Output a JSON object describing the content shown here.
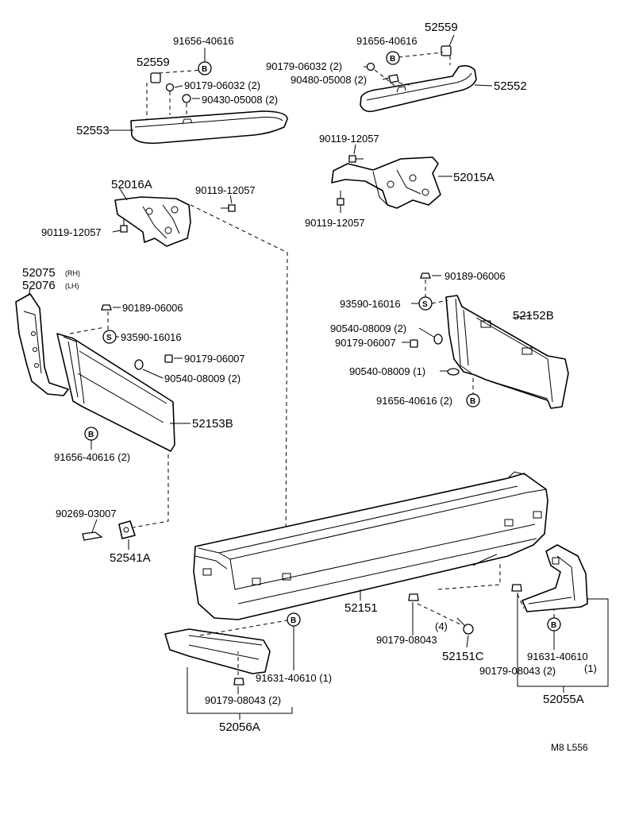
{
  "labels": {
    "p_91656_top_l": "91656-40616",
    "p_52559_l": "52559",
    "p_90179_06032_l": "90179-06032 (2)",
    "p_90430": "90430-05008 (2)",
    "p_52553": "52553",
    "p_52559_r": "52559",
    "p_91656_top_r": "91656-40616",
    "p_90179_06032_r": "90179-06032 (2)",
    "p_90480": "90480-05008 (2)",
    "p_52552": "52552",
    "p_90119_a": "90119-12057",
    "p_52015A": "52015A",
    "p_90119_b": "90119-12057",
    "p_52016A": "52016A",
    "p_90119_c": "90119-12057",
    "p_90119_d": "90119-12057",
    "p_52075": "52075",
    "p_52075_rh": "(RH)",
    "p_52076": "52076",
    "p_52076_lh": "(LH)",
    "p_90189_l": "90189-06006",
    "p_93590_l": "93590-16016",
    "p_90179_06007_l": "90179-06007",
    "p_90540_l": "90540-08009 (2)",
    "p_52153B": "52153B",
    "p_91656_mid_l": "91656-40616 (2)",
    "p_90189_r": "90189-06006",
    "p_93590_r": "93590-16016",
    "p_52152B": "52152B",
    "p_90540_r2": "90540-08009 (2)",
    "p_90179_06007_r": "90179-06007",
    "p_90540_r1": "90540-08009 (1)",
    "p_91656_mid_r": "91656-40616 (2)",
    "p_90269": "90269-03007",
    "p_52541A": "52541A",
    "p_52151": "52151",
    "p_90179_08043_c": "90179-08043",
    "p_qty4": "(4)",
    "p_52151C": "52151C",
    "p_91631_l": "91631-40610 (1)",
    "p_90179_08043_l": "90179-08043 (2)",
    "p_52056A": "52056A",
    "p_91631_r": "91631-40610",
    "p_91631_r_qty": "(1)",
    "p_90179_08043_r": "90179-08043 (2)",
    "p_52055A": "52055A",
    "ref_code": "M8   L556"
  },
  "symbols": {
    "bolt_marker": "B",
    "screw_marker": "S"
  }
}
